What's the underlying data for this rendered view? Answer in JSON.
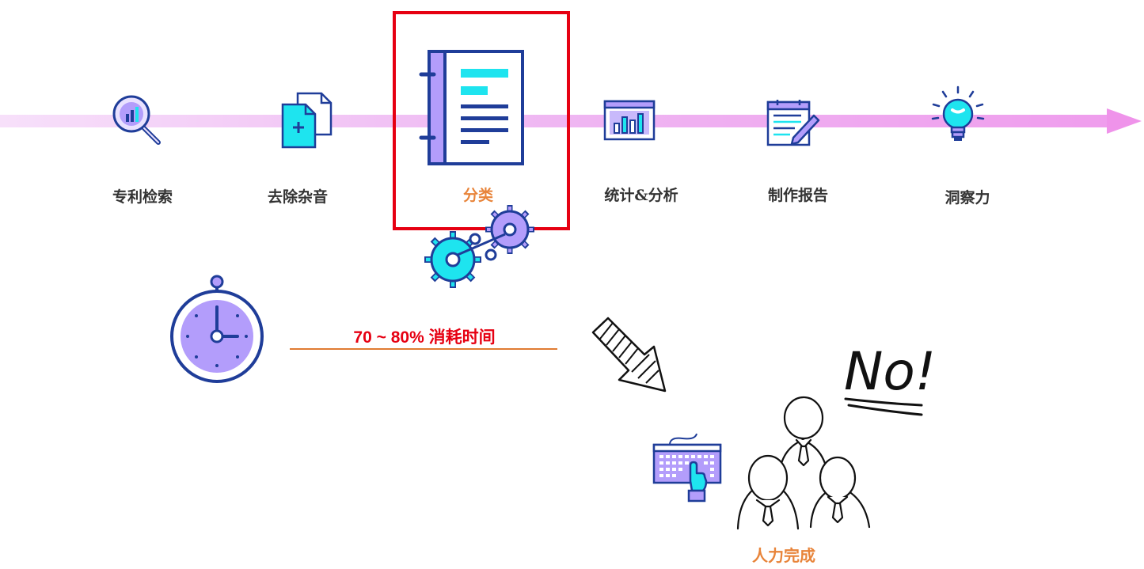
{
  "steps": [
    {
      "label": "专利检索",
      "icon": "magnifier-chart-icon"
    },
    {
      "label": "去除杂音",
      "icon": "documents-add-icon"
    },
    {
      "label": "分类",
      "icon": "notebook-icon"
    },
    {
      "label": "统计&分析",
      "icon": "bar-chart-board-icon"
    },
    {
      "label": "制作报告",
      "icon": "report-pen-icon"
    },
    {
      "label": "洞察力",
      "icon": "lightbulb-icon"
    }
  ],
  "time_consumption": {
    "label": "70 ~ 80%  消耗时间"
  },
  "manual": {
    "label": "人力完成",
    "exclamation": "No!"
  },
  "colors": {
    "navy": "#1f3d99",
    "purple": "#b39dfb",
    "cyan": "#1ee4ef",
    "highlight": "#e60012",
    "accent_orange": "#e8843a"
  }
}
